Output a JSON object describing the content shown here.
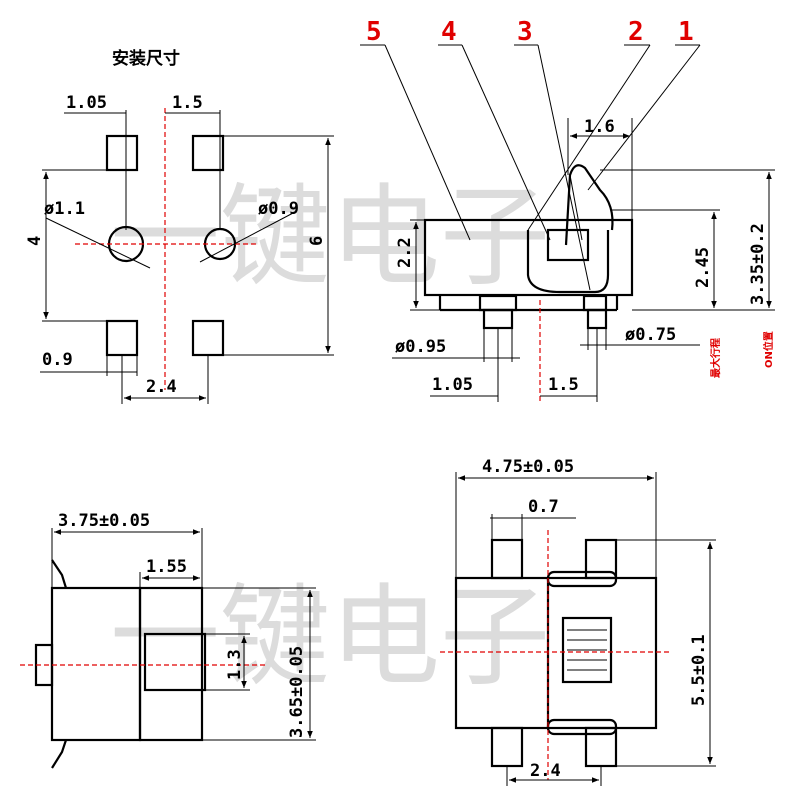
{
  "watermark": "一键电子",
  "views": {
    "mounting": {
      "title": "安装尺寸",
      "dims": {
        "pitch_left": "1.05",
        "pitch_right": "1.5",
        "height": "4",
        "height_total": "6",
        "hole_left": "ø1.1",
        "hole_right": "ø0.9",
        "pad_w": "0.9",
        "pad_span": "2.4"
      }
    },
    "front": {
      "callouts": [
        "5",
        "4",
        "3",
        "2",
        "1"
      ],
      "dims": {
        "top": "1.6",
        "h_body": "2.2",
        "h_hole": "2.45",
        "h_total": "3.35±0.2",
        "peg_left": "ø0.95",
        "peg_right": "ø0.75",
        "pitch_left": "1.05",
        "pitch_right": "1.5"
      },
      "notes": {
        "max_travel": "最大行程",
        "on_position": "ON位置"
      }
    },
    "side": {
      "dims": {
        "width": "3.75±0.05",
        "step": "1.55",
        "knob": "1.3",
        "height": "3.65±0.05"
      }
    },
    "top": {
      "dims": {
        "width": "4.75±0.05",
        "lead": "0.7",
        "height": "5.5±0.1",
        "lead_span": "2.4"
      }
    }
  }
}
